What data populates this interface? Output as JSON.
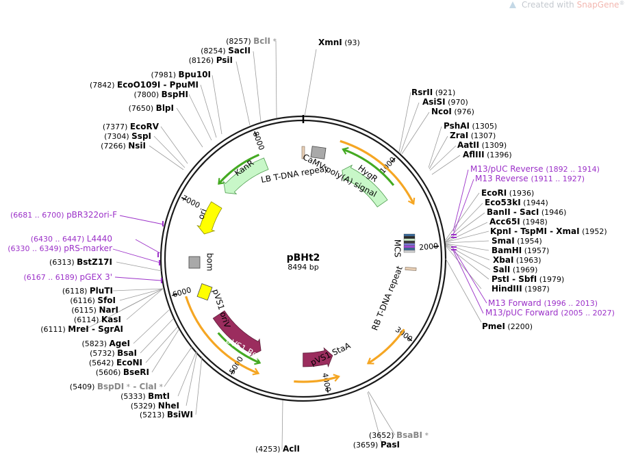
{
  "watermark": {
    "prefix": "Created with ",
    "brand": "SnapGene",
    "suffix": "®",
    "icon": "snapgene-logo-icon"
  },
  "plasmid": {
    "name": "pBHt2",
    "size_label": "8494 bp"
  },
  "ticks": [
    "1000",
    "2000",
    "3000",
    "4000",
    "5000",
    "6000",
    "7000",
    "8000"
  ],
  "features": {
    "hygr": "HygR",
    "camv": "CaMV poly(A) signal",
    "lb": "LB T-DNA repeat",
    "kanr": "KanR",
    "ori": "ori",
    "bom": "bom",
    "pvs1_oriv": "pVS1 oriV",
    "pvs1_repa": "pVS1 RepA",
    "pvs1_staa": "pVS1 StaA",
    "rb": "RB T-DNA repeat",
    "mcs": "MCS"
  },
  "sites": [
    {
      "id": "xmni",
      "name": "XmnI",
      "pos": "(93)",
      "nc": false
    },
    {
      "id": "rsrii",
      "name": "RsrII",
      "pos": "(921)",
      "nc": false
    },
    {
      "id": "asisi",
      "name": "AsiSI",
      "pos": "(970)",
      "nc": false
    },
    {
      "id": "ncoi",
      "name": "NcoI",
      "pos": "(976)",
      "nc": false
    },
    {
      "id": "pshai",
      "name": "PshAI",
      "pos": "(1305)",
      "nc": false
    },
    {
      "id": "zrai",
      "name": "ZraI",
      "pos": "(1307)",
      "nc": false
    },
    {
      "id": "aatii",
      "name": "AatII",
      "pos": "(1309)",
      "nc": false
    },
    {
      "id": "afliii",
      "name": "AflIII",
      "pos": "(1396)",
      "nc": false
    },
    {
      "id": "ecori",
      "name": "EcoRI",
      "pos": "(1936)",
      "nc": false
    },
    {
      "id": "eco53ki",
      "name": "Eco53kI",
      "pos": "(1944)",
      "nc": false
    },
    {
      "id": "banii",
      "name": "BanII - SacI",
      "pos": "(1946)",
      "nc": false
    },
    {
      "id": "acc65i",
      "name": "Acc65I",
      "pos": "(1948)",
      "nc": false
    },
    {
      "id": "kpni",
      "name": "KpnI - TspMI - XmaI",
      "pos": "(1952)",
      "nc": false
    },
    {
      "id": "smai",
      "name": "SmaI",
      "pos": "(1954)",
      "nc": false
    },
    {
      "id": "bamhi",
      "name": "BamHI",
      "pos": "(1957)",
      "nc": false
    },
    {
      "id": "xbai",
      "name": "XbaI",
      "pos": "(1963)",
      "nc": false
    },
    {
      "id": "sali",
      "name": "SalI",
      "pos": "(1969)",
      "nc": false
    },
    {
      "id": "psti",
      "name": "PstI - SbfI",
      "pos": "(1979)",
      "nc": false
    },
    {
      "id": "hindiii",
      "name": "HindIII",
      "pos": "(1987)",
      "nc": false
    },
    {
      "id": "pmei",
      "name": "PmeI",
      "pos": "(2200)",
      "nc": false
    },
    {
      "id": "bsabi",
      "name": "BsaBI",
      "pos": "(3652)",
      "nc": true,
      "mark": "*"
    },
    {
      "id": "pasi",
      "name": "PasI",
      "pos": "(3659)",
      "nc": false
    },
    {
      "id": "acli",
      "name": "AclI",
      "pos": "(4253)",
      "nc": false
    },
    {
      "id": "bsiwi",
      "name": "BsiWI",
      "pos": "(5213)",
      "nc": false
    },
    {
      "id": "nhei",
      "name": "NheI",
      "pos": "(5329)",
      "nc": false
    },
    {
      "id": "bmti",
      "name": "BmtI",
      "pos": "(5333)",
      "nc": false
    },
    {
      "id": "bspdi",
      "name": "BspDI",
      "pos": "(5409)",
      "nc": true,
      "mark": "*",
      "extra": "- ClaI",
      "extra_mark": "*"
    },
    {
      "id": "bseri",
      "name": "BseRI",
      "pos": "(5606)",
      "nc": false
    },
    {
      "id": "econi",
      "name": "EcoNI",
      "pos": "(5642)",
      "nc": false
    },
    {
      "id": "bsai",
      "name": "BsaI",
      "pos": "(5732)",
      "nc": false
    },
    {
      "id": "agei",
      "name": "AgeI",
      "pos": "(5823)",
      "nc": false
    },
    {
      "id": "mrei",
      "name": "MreI - SgrAI",
      "pos": "(6111)",
      "nc": false
    },
    {
      "id": "kasi",
      "name": "KasI",
      "pos": "(6114)",
      "nc": false
    },
    {
      "id": "nari",
      "name": "NarI",
      "pos": "(6115)",
      "nc": false
    },
    {
      "id": "sfoi",
      "name": "SfoI",
      "pos": "(6116)",
      "nc": false
    },
    {
      "id": "pluti",
      "name": "PluTI",
      "pos": "(6118)",
      "nc": false
    },
    {
      "id": "bstz17i",
      "name": "BstZ17I",
      "pos": "(6313)",
      "nc": false
    },
    {
      "id": "nsii",
      "name": "NsiI",
      "pos": "(7266)",
      "nc": false
    },
    {
      "id": "sspi",
      "name": "SspI",
      "pos": "(7304)",
      "nc": false
    },
    {
      "id": "ecorv",
      "name": "EcoRV",
      "pos": "(7377)",
      "nc": false
    },
    {
      "id": "blpi",
      "name": "BlpI",
      "pos": "(7650)",
      "nc": false
    },
    {
      "id": "bsphi",
      "name": "BspHI",
      "pos": "(7800)",
      "nc": false
    },
    {
      "id": "ecoo109i",
      "name": "EcoO109I - PpuMI",
      "pos": "(7842)",
      "nc": false
    },
    {
      "id": "bpu10i",
      "name": "Bpu10I",
      "pos": "(7981)",
      "nc": false
    },
    {
      "id": "psii",
      "name": "PsiI",
      "pos": "(8126)",
      "nc": false
    },
    {
      "id": "sacii",
      "name": "SacII",
      "pos": "(8254)",
      "nc": false
    },
    {
      "id": "bcli",
      "name": "BclI",
      "pos": "(8257)",
      "nc": true,
      "mark": "*"
    }
  ],
  "primers": [
    {
      "id": "m13puc_rev",
      "name": "M13/pUC Reverse",
      "pos": "(1892 .. 1914)"
    },
    {
      "id": "m13_rev",
      "name": "M13 Reverse",
      "pos": "(1911 .. 1927)"
    },
    {
      "id": "m13_fwd",
      "name": "M13 Forward",
      "pos": "(1996 .. 2013)"
    },
    {
      "id": "m13puc_fwd",
      "name": "M13/pUC Forward",
      "pos": "(2005 .. 2027)"
    },
    {
      "id": "pbr322ori",
      "name": "pBR322ori-F",
      "pos": "(6681 .. 6700)"
    },
    {
      "id": "l4440",
      "name": "L4440",
      "pos": "(6430 .. 6447)"
    },
    {
      "id": "prs_marker",
      "name": "pRS-marker",
      "pos": "(6330 .. 6349)"
    },
    {
      "id": "pgex3",
      "name": "pGEX 3'",
      "pos": "(6167 .. 6189)"
    }
  ],
  "colors": {
    "backbone": "#1a1a1a",
    "resistance": "#c8f7c8",
    "resistance_stroke": "#4a9a4a",
    "rep_origin": "#ffff00",
    "repa": "#9b2d5e",
    "gray_box": "#a9a9a9",
    "primer": "#9b30c8",
    "orf_arrow": "#f5a623",
    "orf_arrow_green": "#44aa22",
    "leader": "#9a9a9a"
  }
}
